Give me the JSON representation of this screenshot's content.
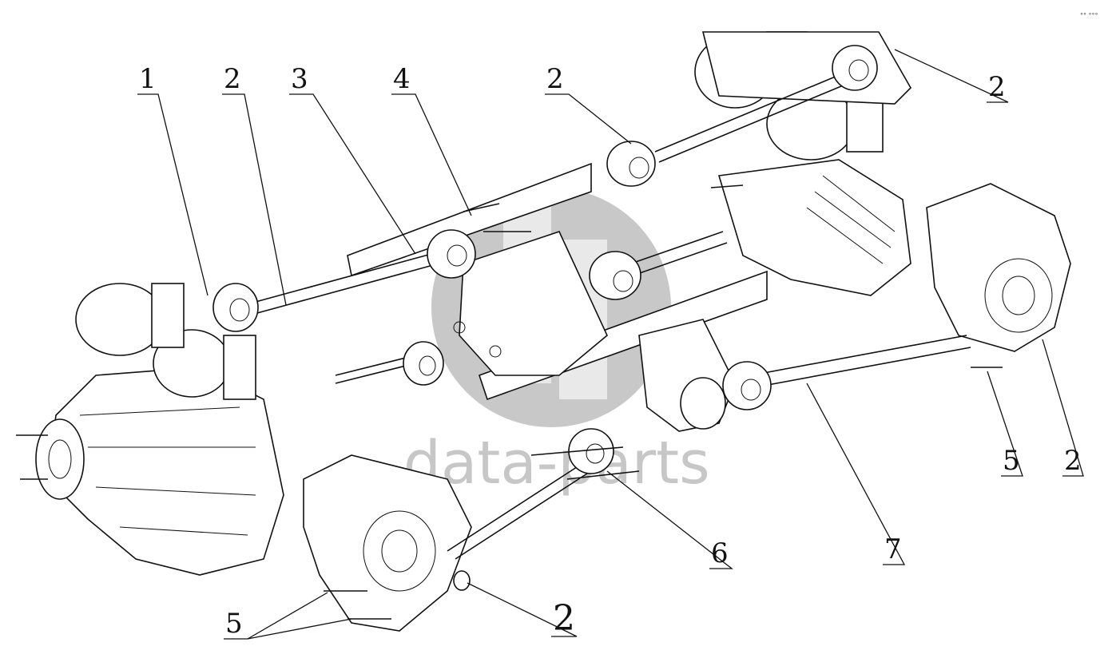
{
  "callouts": {
    "c1": "1",
    "c2_top_left": "2",
    "c3": "3",
    "c4": "4",
    "c2_top_mid": "2",
    "c2_top_right": "2",
    "c5_right": "5",
    "c2_right": "2",
    "c7": "7",
    "c6": "6",
    "c2_bottom": "2",
    "c5_bottom_left": "5"
  },
  "watermark": {
    "text": "data-parts",
    "logo_icon": "data-parts-logo-icon"
  },
  "corner_mark": "°° °°°"
}
